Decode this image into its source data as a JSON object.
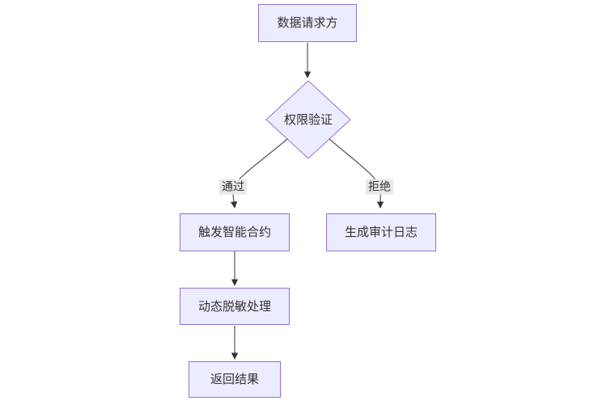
{
  "diagram": {
    "type": "flowchart",
    "direction": "top-down",
    "nodes": [
      {
        "id": "requester",
        "shape": "rect",
        "label": "数据请求方"
      },
      {
        "id": "auth",
        "shape": "diamond",
        "label": "权限验证"
      },
      {
        "id": "contract",
        "shape": "rect",
        "label": "触发智能合约"
      },
      {
        "id": "audit",
        "shape": "rect",
        "label": "生成审计日志"
      },
      {
        "id": "masking",
        "shape": "rect",
        "label": "动态脱敏处理"
      },
      {
        "id": "result",
        "shape": "rect",
        "label": "返回结果"
      }
    ],
    "edges": [
      {
        "from": "requester",
        "to": "auth",
        "label": ""
      },
      {
        "from": "auth",
        "to": "contract",
        "label": "通过"
      },
      {
        "from": "auth",
        "to": "audit",
        "label": "拒绝"
      },
      {
        "from": "contract",
        "to": "masking",
        "label": ""
      },
      {
        "from": "masking",
        "to": "result",
        "label": ""
      }
    ],
    "edge_labels": {
      "pass": "通过",
      "reject": "拒绝"
    },
    "colors": {
      "background": "#ffffff",
      "node_fill": "#ECECFF",
      "node_border": "#9370DB",
      "edge_line": "#555555",
      "arrowhead": "#333333",
      "edge_label_bg": "#e8e8e8",
      "text": "#333333"
    }
  }
}
